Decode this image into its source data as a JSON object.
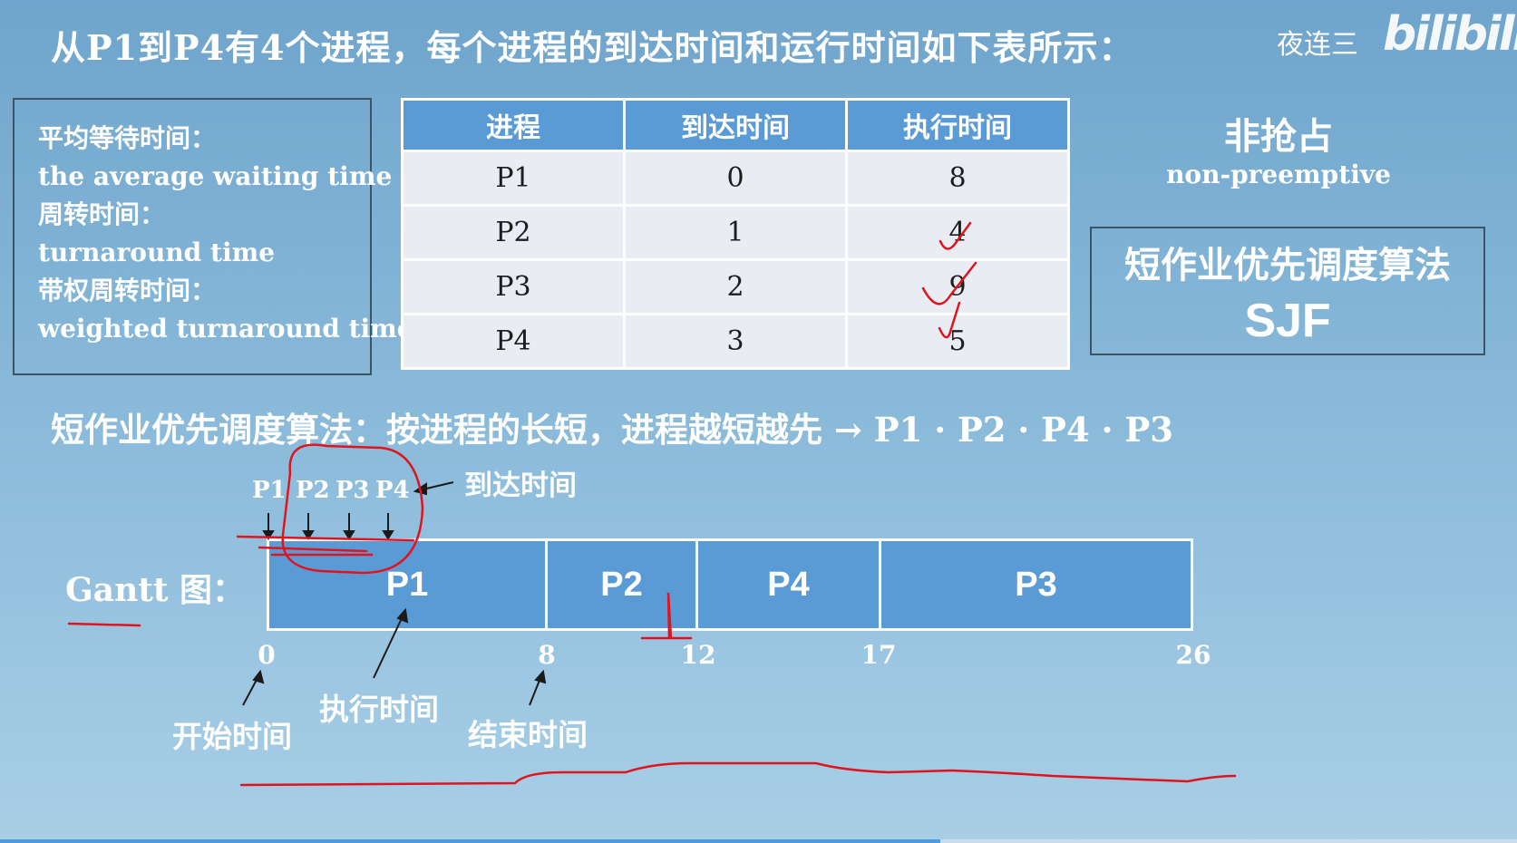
{
  "title": "从P1到P4有4个进程，每个进程的到达时间和运行时间如下表所示：",
  "brand": {
    "author": "夜连三",
    "site": "bilibili"
  },
  "definitions": [
    "平均等待时间：",
    "the average waiting time",
    "周转时间：",
    "turnaround time",
    "带权周转时间：",
    "weighted turnaround time"
  ],
  "process_table": {
    "headers": [
      "进程",
      "到达时间",
      "执行时间"
    ],
    "rows": [
      [
        "P1",
        "0",
        "8"
      ],
      [
        "P2",
        "1",
        "4"
      ],
      [
        "P3",
        "2",
        "9"
      ],
      [
        "P4",
        "3",
        "5"
      ]
    ]
  },
  "mode": {
    "cn": "非抢占",
    "en": "non-preemptive"
  },
  "algorithm": {
    "cn": "短作业优先调度算法",
    "en": "SJF"
  },
  "rule_text": "短作业优先调度算法：按进程的长短，进程越短越先 → P1 · P2 · P4 · P3",
  "arrivals": {
    "labels": [
      "P1",
      "P2",
      "P3",
      "P4"
    ],
    "note": "到达时间"
  },
  "gantt": {
    "label": "Gantt 图：",
    "blocks": [
      {
        "name": "P1",
        "start": 0,
        "end": 8
      },
      {
        "name": "P2",
        "start": 8,
        "end": 12
      },
      {
        "name": "P4",
        "start": 12,
        "end": 17
      },
      {
        "name": "P3",
        "start": 17,
        "end": 26
      }
    ],
    "ticks": [
      "0",
      "8",
      "12",
      "17",
      "26"
    ]
  },
  "annotations": {
    "start": "开始时间",
    "exec": "执行时间",
    "end": "结束时间"
  },
  "progress": 0.62,
  "colors": {
    "bar": "#5b9bd5",
    "pen": "#e0141e",
    "header": "#5b9bd5"
  }
}
